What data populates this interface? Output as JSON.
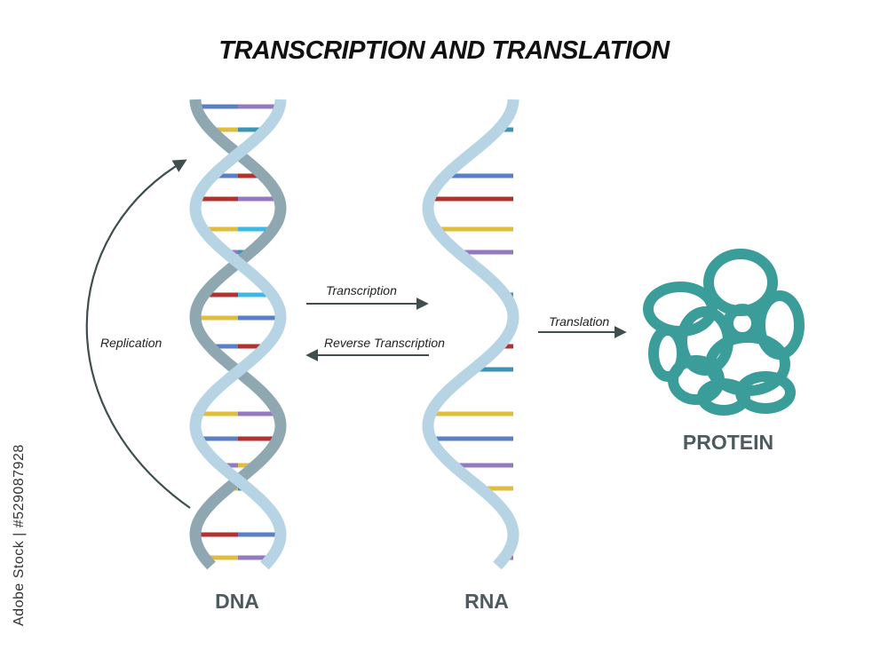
{
  "title": "TRANSCRIPTION AND TRANSLATION",
  "labels": {
    "replication": "Replication",
    "transcription": "Transcription",
    "reverse_transcription": "Reverse Transcription",
    "translation": "Translation",
    "dna": "DNA",
    "rna": "RNA",
    "protein": "PROTEIN"
  },
  "watermark_side": "Adobe Stock | #529087928",
  "colors": {
    "strand_front": "#b7d4e4",
    "strand_back": "#8fa7b1",
    "arrow": "#3f4e4f",
    "protein": "#3a9d99",
    "rung_palette": [
      "#5a7fc7",
      "#9579c0",
      "#e1bd3e",
      "#3c93b3",
      "#b0332f",
      "#3bb8e6"
    ]
  }
}
